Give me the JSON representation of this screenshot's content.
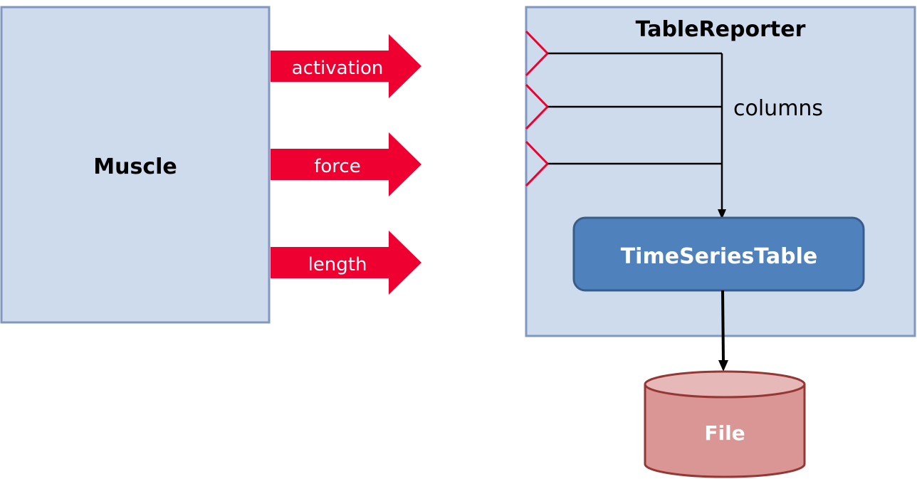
{
  "muscle": {
    "label": "Muscle"
  },
  "outputs": [
    {
      "label": "activation"
    },
    {
      "label": "force"
    },
    {
      "label": "length"
    }
  ],
  "table_reporter": {
    "title": "TableReporter",
    "columns_label": "columns",
    "inner_box": "TimeSeriesTable"
  },
  "file": {
    "label": "File"
  },
  "colors": {
    "box_fill": "#cddbec",
    "box_stroke": "#7f97c1",
    "arrow_red": "#ee0030",
    "table_fill": "#4f81bd",
    "table_stroke": "#385d8a",
    "file_fill": "#d99694",
    "file_top": "#e6b9b8",
    "file_stroke": "#953735"
  }
}
